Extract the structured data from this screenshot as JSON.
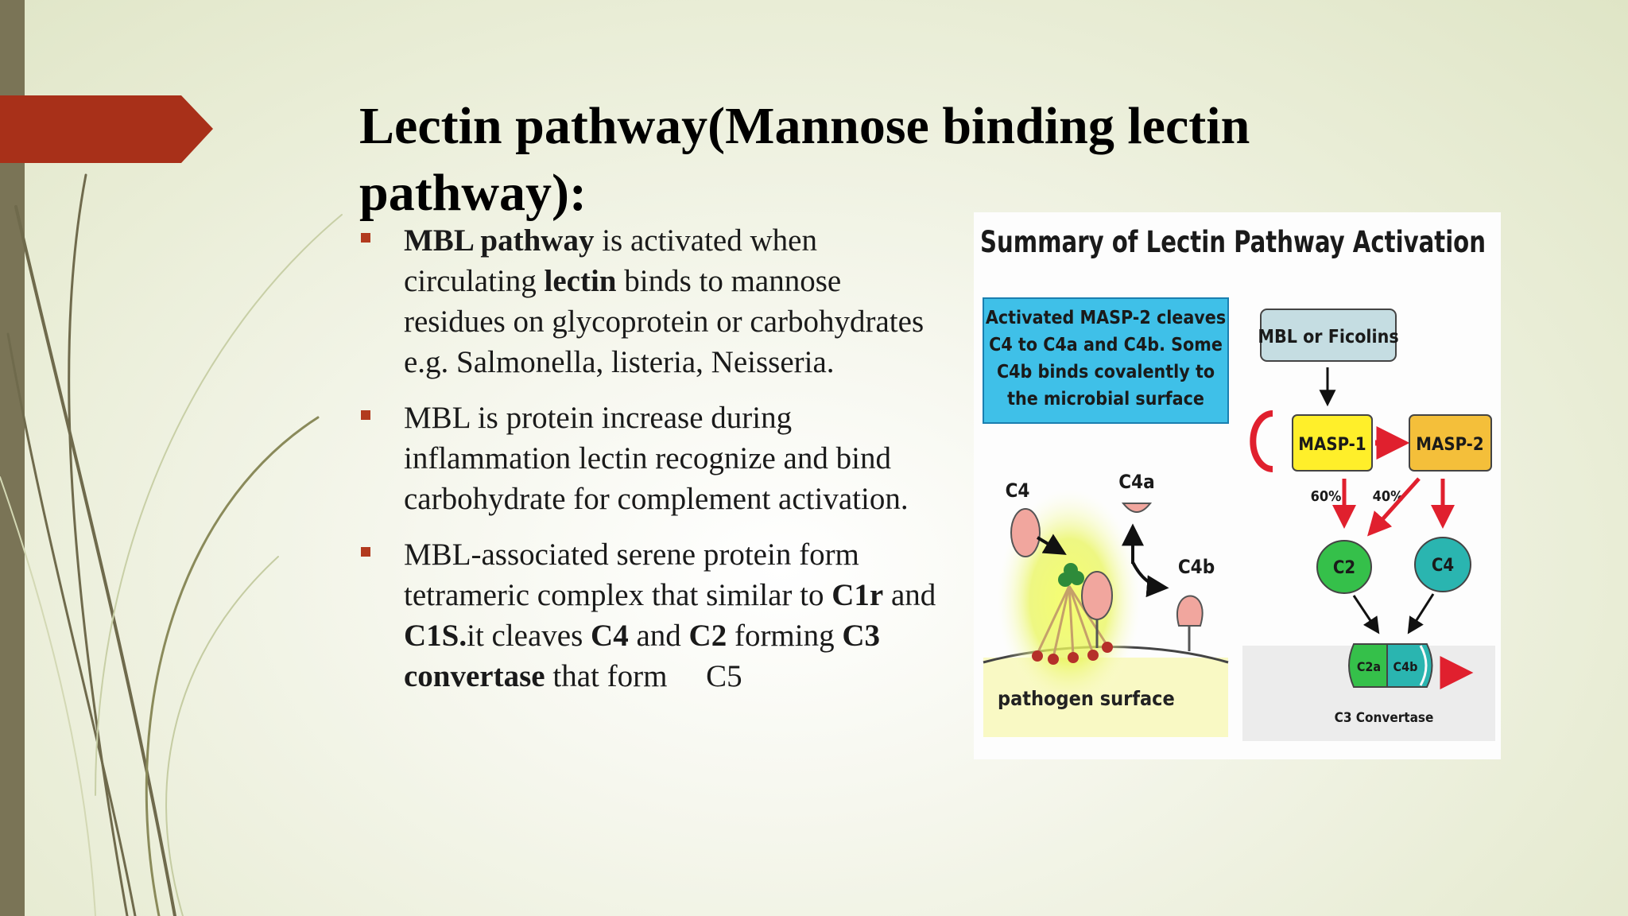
{
  "slide": {
    "title": "Lectin pathway(Mannose binding lectin pathway):",
    "bullets": [
      {
        "b1": "MBL pathway",
        "t1": " is activated when circulating ",
        "b2": "lectin",
        "t2": " binds to mannose residues on glycoprotein or carbohydrates e.g. Salmonella, listeria, Neisseria."
      },
      {
        "t1": "MBL is protein increase during inflammation lectin recognize and bind carbohydrate for complement activation."
      },
      {
        "t1": "MBL-associated serene protein form tetrameric complex that similar to ",
        "b1": "C1r",
        "t2": " and ",
        "b2": "C1S.",
        "t3": "it cleaves ",
        "b3": "C4",
        "t4": " and ",
        "b4": "C2",
        "t5": " forming ",
        "b5": "C3 convertase",
        "t6": " that form     C5"
      }
    ]
  },
  "figure": {
    "title": "Summary of Lectin Pathway Activation",
    "info_box_lines": [
      "Activated MASP-2 cleaves",
      "C4 to C4a and C4b. Some",
      "C4b binds covalently to",
      "the microbial surface"
    ],
    "mbl_box": "MBL or Ficolins",
    "masp1": "MASP-1",
    "masp2": "MASP-2",
    "pct_60": "60%",
    "pct_40": "40%",
    "c2": "C2",
    "c4_right": "C4",
    "c2a": "C2a",
    "c4b_right": "C4b",
    "convertase_label": "C3 Convertase",
    "c4_left": "C4",
    "c4a": "C4a",
    "c4b_left": "C4b",
    "pathogen_surface": "pathogen surface"
  },
  "colors": {
    "accent_red": "#b23a1e",
    "side_bar": "#7a7456",
    "info_box": "#3fc0e8",
    "masp1": "#ffef2a",
    "masp2": "#f4bf3a",
    "c2": "#35c04a",
    "c4": "#2ab5b0",
    "arrow_red": "#e0202e"
  }
}
